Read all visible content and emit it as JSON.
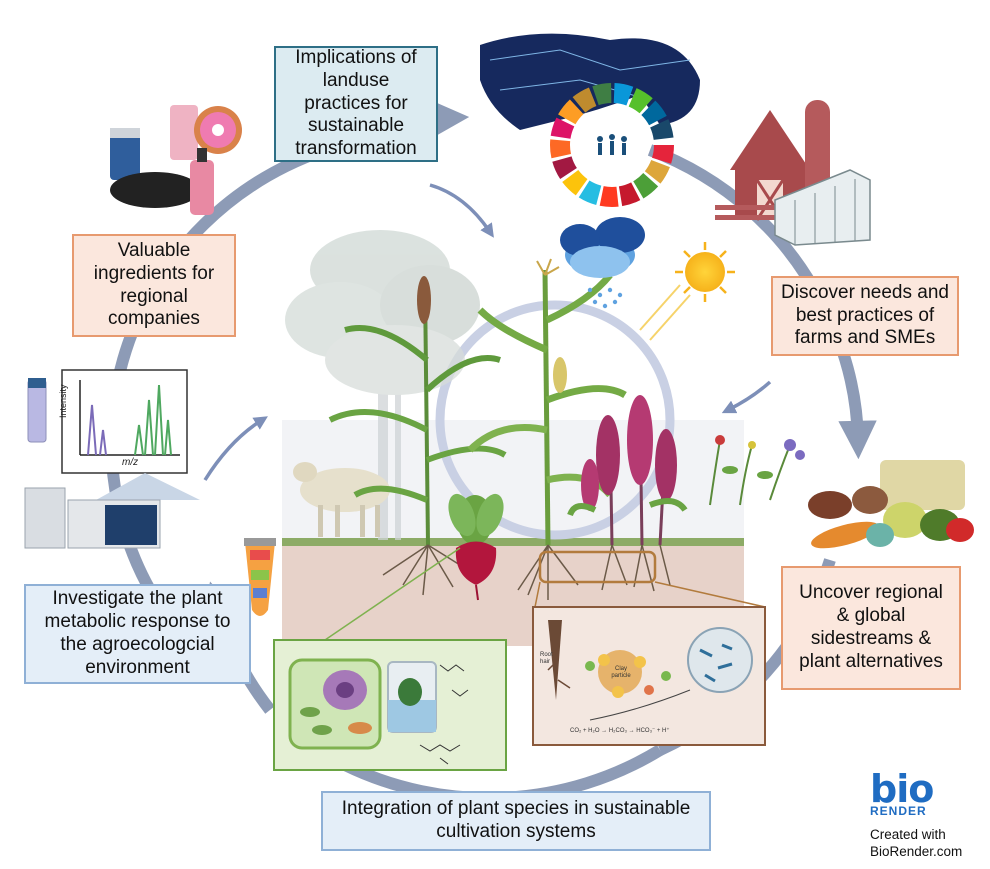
{
  "labels": {
    "landuse": "Implications of landuse practices for sustainable transformation",
    "ingredients": "Valuable ingredients for regional companies",
    "discover": "Discover needs and best practices of farms and SMEs",
    "uncover": "Uncover regional & global sidestreams & plant alternatives",
    "investigate": "Investigate the plant metabolic response to the agroecologcial environment",
    "integration": "Integration of plant species in sustainable cultivation systems"
  },
  "spectrum": {
    "ylabel": "Intensity",
    "xlabel": "m/z"
  },
  "soil_panel": {
    "root_label": "Root hair",
    "particle_label": "Clay particle",
    "equation": "CO₂ + H₂O → H₂CO₃ → HCO₃⁻ + H⁺"
  },
  "branding": {
    "logo": "bio",
    "logo_sub": "RENDER",
    "created_line1": "Created with",
    "created_line2": "BioRender.com"
  },
  "colors": {
    "cycle_arrow": "#8d9bb6",
    "orange_border": "#e79a6f",
    "blue_border": "#8fb0d6",
    "teal_border": "#2e6f86",
    "biorender_blue": "#1f6cc2"
  }
}
